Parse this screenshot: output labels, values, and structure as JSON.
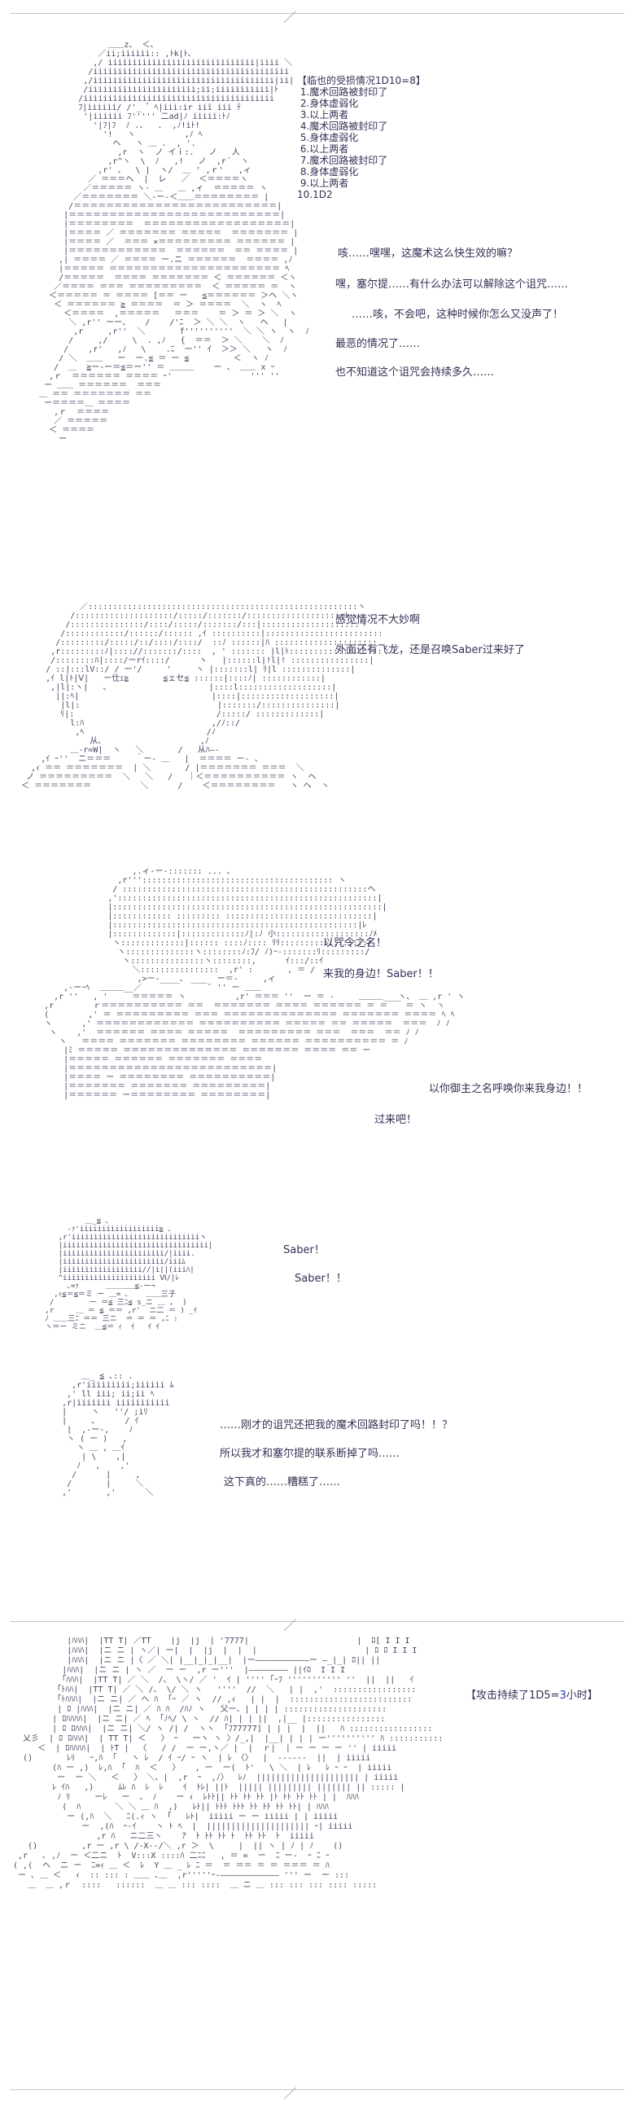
{
  "status_panel": {
    "title": "【临也的受损情况1D10=8】",
    "items": [
      " 1.魔术回路被封印了",
      " 2.身体虚弱化",
      " 3.以上两者",
      " 4.魔术回路被封印了",
      " 5.身体虚弱化",
      " 6.以上两者",
      " 7.魔术回路被封印了",
      " 8.身体虚弱化",
      " 9.以上两者",
      "10.1D2"
    ]
  },
  "scene1_lines": [
    "咳……嘿嘿，这魔术这么快生效的嘛？",
    "嘿，塞尔提……有什么办法可以解除这个诅咒……",
    "……咳，不会吧，这种时候你怎么又没声了！",
    "最恶的情况了……",
    "也不知道这个诅咒会持续多久……"
  ],
  "scene2_lines": [
    "感觉情况不大妙啊",
    "外面还有飞龙，还是召唤Saber过来好了"
  ],
  "scene3_lines": [
    "以咒令之名！",
    "来我的身边！Saber！！",
    "以你御主之名呼唤你来我身边！！",
    "过来吧！"
  ],
  "scene4_lines": [
    "Saber！",
    "Saber！！"
  ],
  "scene5_lines": [
    "……刚才的诅咒还把我的魔术回路封印了吗！！？",
    "所以我才和塞尔提的联系断掉了吗……",
    "这下真的……糟糕了……"
  ],
  "attack_status": {
    "label": "【攻击持续了1D5=",
    "value": "3",
    "suffix": "小时】"
  },
  "separator_glyph": "／"
}
